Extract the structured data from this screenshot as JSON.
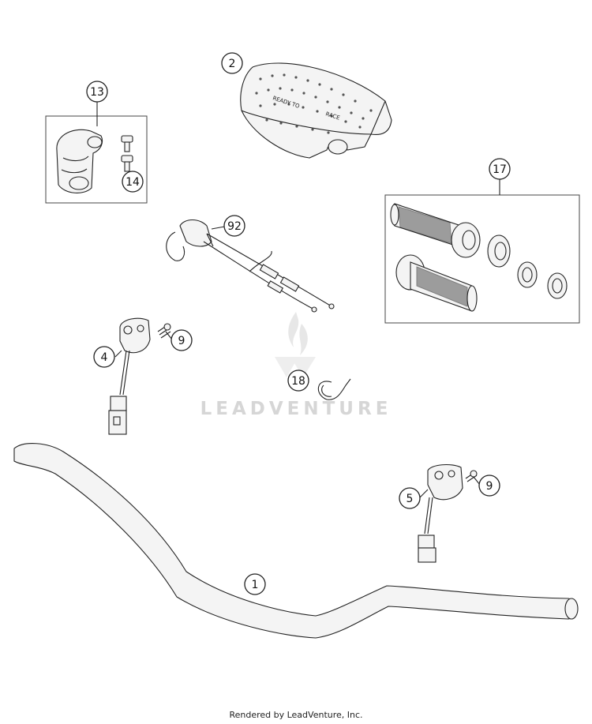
{
  "callouts": {
    "handlebar": "1",
    "handlebar_pad": "2",
    "left_switch": "4",
    "right_switch": "5",
    "screw_left": "9",
    "screw_right": "9",
    "clamp_kit": "13",
    "clamp_screw": "14",
    "grip_set": "17",
    "cable_tie": "18",
    "throttle_cable": "92"
  },
  "pad_text": {
    "left": "READY TO",
    "right": "RACE"
  },
  "watermark": {
    "brand": "LEADVENTURE"
  },
  "footer": {
    "credit": "Rendered by LeadVenture, Inc."
  },
  "colors": {
    "line": "#222222",
    "watermark": "#d6d6d6",
    "background": "#ffffff"
  }
}
